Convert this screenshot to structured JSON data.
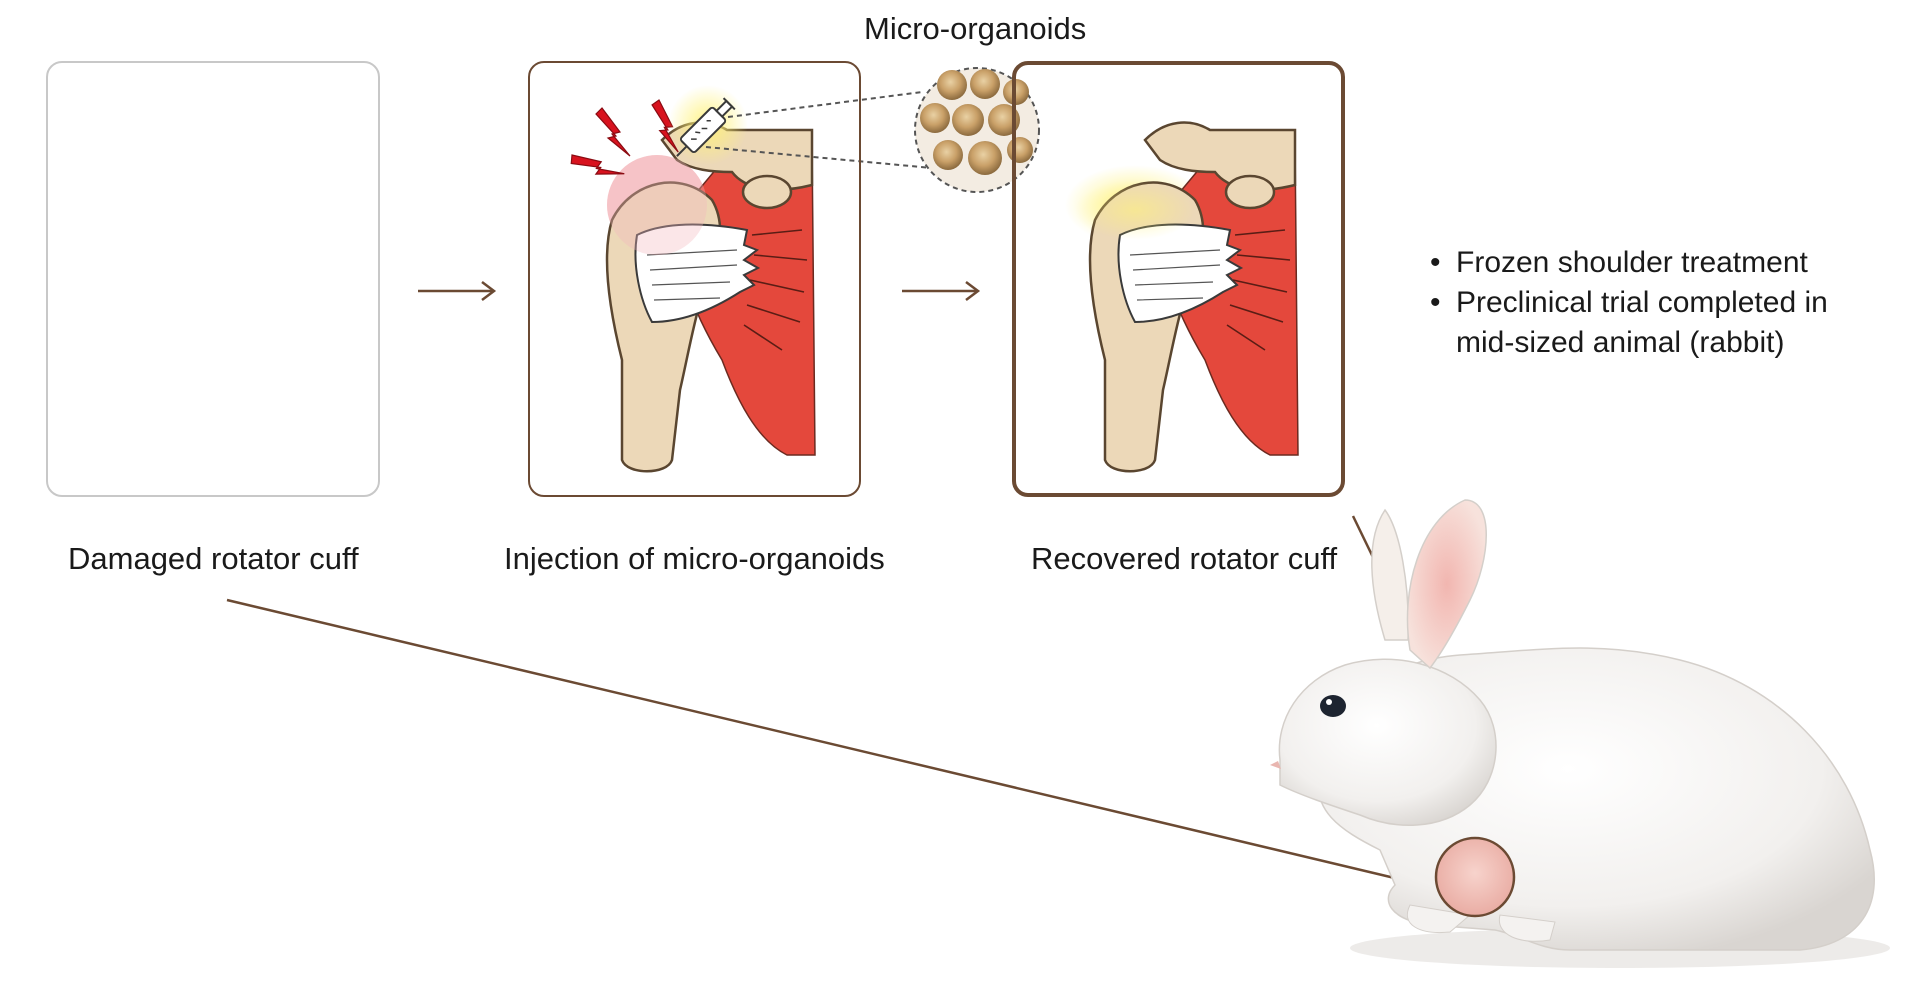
{
  "top_label": "Micro-organoids",
  "panels": [
    {
      "caption": "Damaged rotator cuff",
      "border_color": "#c8c8c8"
    },
    {
      "caption": "Injection of micro-organoids",
      "border_color": "#6b4a33"
    },
    {
      "caption": "Recovered rotator cuff",
      "border_color": "#6b4a33"
    }
  ],
  "bullets": [
    "Frozen shoulder treatment",
    "Preclinical trial completed in mid-sized animal (rabbit)"
  ],
  "colors": {
    "bone": "#ecd8b8",
    "muscle": "#e4483c",
    "tendon": "#ffffff",
    "arrow": "#6b4a33",
    "pain_bolt": "#d8121e",
    "inflammation": "#f4b8bc",
    "healing_glow": "#fff07a",
    "organoid": "#c9a068"
  }
}
